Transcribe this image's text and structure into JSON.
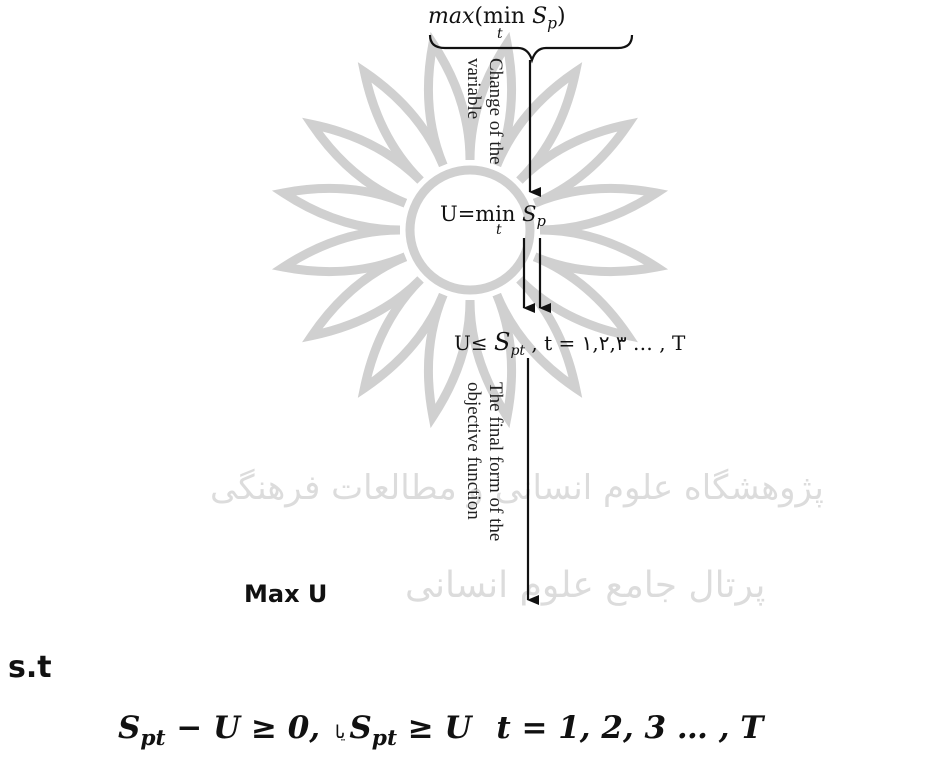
{
  "watermark": {
    "arabic_line1": "پژوهشگاه علوم انسانی و مطالعات فرهنگی",
    "arabic_line2": "پرتال جامع علوم انسانی"
  },
  "top_expr": {
    "max": "max",
    "paren_open": "(",
    "min": "min",
    "sub_t": "t",
    "S": "S",
    "sub_p": "p",
    "paren_close": ")"
  },
  "change_label": {
    "line1": "Change of the",
    "line2": "variable"
  },
  "u_def": {
    "prefix": "U=min",
    "sub_t": "t",
    "S": "S",
    "sub_p": "p"
  },
  "constraint_line": {
    "prefix": "U≤ ",
    "S": "S",
    "sub": "pt",
    "rest": " ,  t = ۱,۲,۳ … , T"
  },
  "final_label": {
    "line1": "The final form of the",
    "line2": "objective function"
  },
  "max_u": "Max U",
  "st": "s.t",
  "bottom_constraint": {
    "left": "S",
    "left_sub": "pt",
    "left_rest": " − U ≥ 0,",
    "arabic_or": "یا",
    "mid": "S",
    "mid_sub": "pt",
    "mid_rest": " ≥ U",
    "t_part": "t = 1, 2, 3 … , T"
  }
}
